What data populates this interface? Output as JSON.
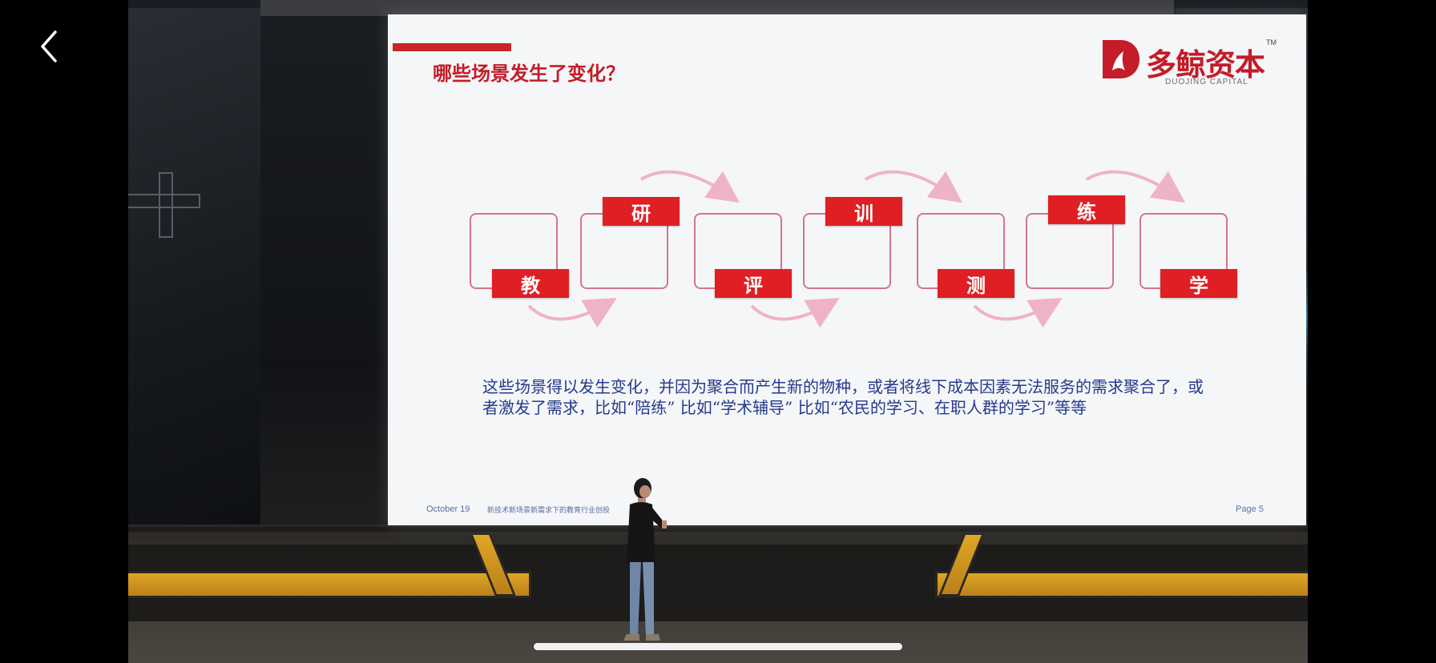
{
  "slide": {
    "title": "哪些场景发生了变化？",
    "logo": {
      "name": "多鲸资本",
      "subtitle": "DUOJING CAPITAL",
      "tm": "TM"
    },
    "flow": [
      "教",
      "研",
      "评",
      "训",
      "测",
      "练",
      "学"
    ],
    "body_line1": "这些场景得以发生变化，并因为聚合而产生新的物种，或者将线下成本因素无法服务的需求聚合了，或",
    "body_line2": "者激发了需求，比如“陪练” 比如“学术辅导” 比如“农民的学习、在职人群的学习”等等",
    "footer_date": "October 19",
    "footer_subtitle": "新技术新场景新需求下的教育行业创投",
    "footer_page": "Page 5"
  },
  "colors": {
    "accent_red": "#e01f24",
    "title_red": "#c41c28",
    "body_blue": "#253a8a",
    "box_pink": "#d2768e",
    "arrow_pink": "#eeb3c8",
    "stage_yellow": "#e0a626"
  },
  "controls": {
    "back_icon": "chevron-left-icon"
  }
}
